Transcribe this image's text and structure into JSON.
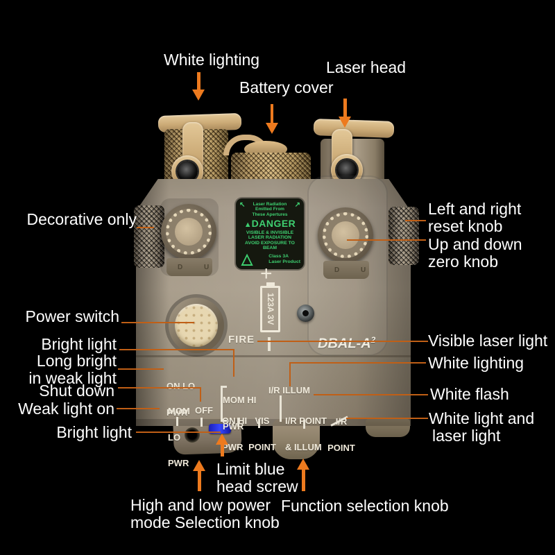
{
  "annotations": {
    "top": [
      {
        "label": "White lighting"
      },
      {
        "label": "Battery cover"
      },
      {
        "label": "Laser head"
      }
    ],
    "left": [
      {
        "label": "Decorative only"
      },
      {
        "label": "Power switch"
      },
      {
        "label": "Bright light"
      },
      {
        "lines": [
          "Long bright",
          "in weak light"
        ]
      },
      {
        "label": "Shut down"
      },
      {
        "label": "Weak light on"
      },
      {
        "label": "Bright light"
      }
    ],
    "right": [
      {
        "lines": [
          "Left and right",
          "reset knob"
        ]
      },
      {
        "lines": [
          "Up and down",
          "zero knob"
        ]
      },
      {
        "label": "Visible laser light"
      },
      {
        "label": "White lighting"
      },
      {
        "label": "White flash"
      },
      {
        "lines": [
          "White light and",
          "laser light"
        ]
      }
    ],
    "bottom": [
      {
        "lines": [
          "Limit blue",
          "head screw"
        ]
      },
      {
        "lines": [
          "High and low power",
          "mode Selection knob"
        ]
      },
      {
        "label": "Function selection knob"
      }
    ]
  },
  "device": {
    "model": "DBAL-A",
    "model_sup": "2",
    "fire_label": "FIRE",
    "battery": {
      "polarity_plus": "+",
      "cell_label": "123A 3V"
    },
    "selector_markings": {
      "on_lo_pwr": [
        "ON LO",
        "PWR"
      ],
      "mom_lo_pwr": [
        "MOM",
        "LO",
        "PWR"
      ],
      "off": "OFF",
      "mom_hi_pwr": [
        "MOM HI",
        "PWR"
      ],
      "on_hi_pwr": [
        "ON HI",
        "PWR"
      ],
      "vis_point": [
        "VIS",
        "POINT"
      ],
      "ir_illum": "I/R ILLUM",
      "ir_point_illum": [
        "I/R POINT",
        "& ILLUM"
      ],
      "ir_point": [
        "I/R",
        "POINT"
      ]
    },
    "dial_markings": "D U",
    "danger_label": {
      "aperture_lines": [
        "Laser Radiation",
        "Emitted From",
        "These Apertures"
      ],
      "danger_word": "DANGER",
      "warning_lines": [
        "VISIBLE & INVISIBLE",
        "LASER RADIATION",
        "AVOID EXPOSURE TO",
        "BEAM"
      ],
      "class_lines": [
        "Class 3A",
        "Laser Product"
      ]
    }
  },
  "icons": {
    "aperture_arrow_left": "↖",
    "aperture_arrow_right": "↗",
    "danger_triangle": "▲",
    "laser_warning_triangle": "△"
  },
  "colors": {
    "background": "#000000",
    "callout_line": "#c05f16",
    "callout_arrow": "#ed7a1e",
    "annotation_text": "#ffffff",
    "device_marking_text": "#efe9da",
    "danger_label_green": "#3ecf70",
    "limit_screw_blue": "#2733cf",
    "body_tan": "#9b8f7c"
  }
}
